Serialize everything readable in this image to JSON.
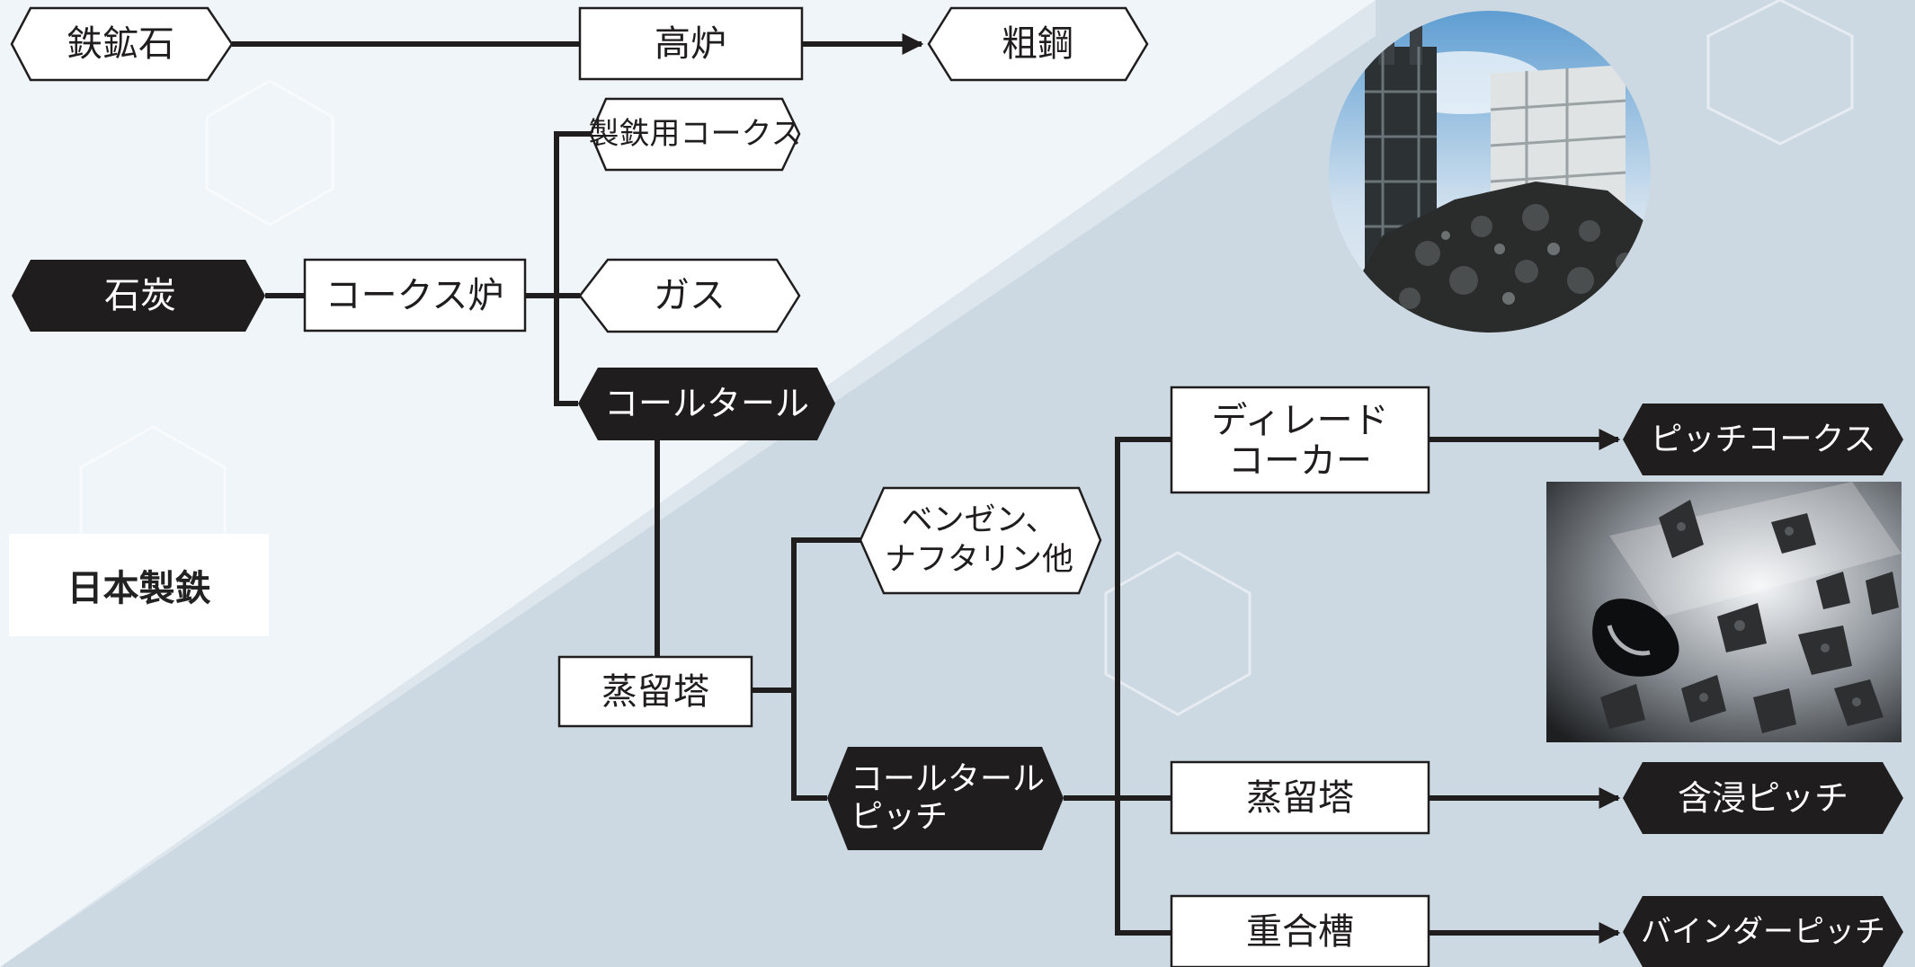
{
  "company": "日本製鉄",
  "colors": {
    "line": "#1f1d1d",
    "dark_fill": "#1f1d1d",
    "light_fill": "#ffffff",
    "bg_light": "#f3f7fa",
    "bg_blue": "#cdd9e2"
  },
  "inputs": {
    "iron_ore": "鉄鉱石",
    "coal": "石炭"
  },
  "processes": {
    "blast_furnace": "高炉",
    "coke_oven": "コークス炉",
    "distillation_1": "蒸留塔",
    "delayed_coker": [
      "ディレード",
      "コーカー"
    ],
    "distillation_2": "蒸留塔",
    "polymerization_tank": "重合槽"
  },
  "products": {
    "crude_steel": "粗鋼",
    "steel_coke": "製鉄用コークス",
    "gas": "ガス",
    "coal_tar": "コールタール",
    "benzene": [
      "ベンゼン、",
      "ナフタリン他"
    ],
    "coal_tar_pitch": [
      "コールタール",
      "ピッチ"
    ],
    "pitch_coke": "ピッチコークス",
    "impregnated_pitch": "含浸ピッチ",
    "binder_pitch": "バインダーピッチ"
  },
  "images": {
    "plant_photo": "coke-plant-photo",
    "pitch_photo": "pitch-coke-photo"
  }
}
